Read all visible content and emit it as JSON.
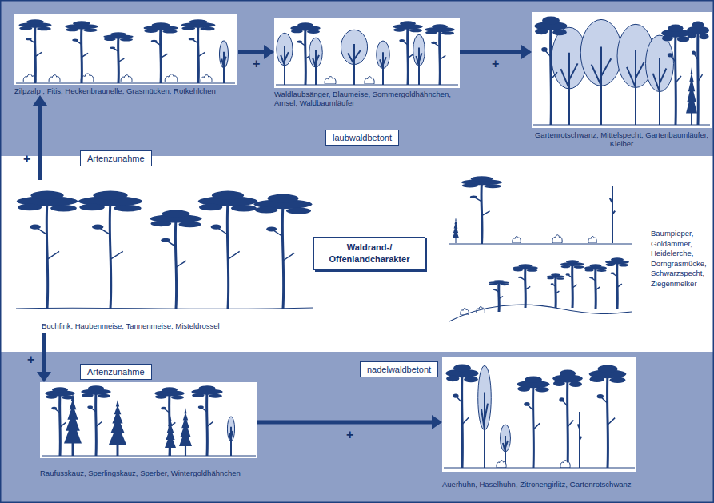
{
  "diagram": {
    "nodes": [
      {
        "text": [
          "Zilpzalp , Fitis, Heckenbraunelle, Grasmücken, Rotkehlchen"
        ]
      },
      {
        "text": [
          "Waldlaubsänger, Blaumeise, Sommergoldhähnchen, Amsel, Waldbaumläufer"
        ]
      },
      {
        "text": [
          "Gartenrotschwanz, Mittelspecht, Gartenbaumläufer, Kleiber"
        ]
      },
      {
        "text": [
          "laubwaldbetont"
        ]
      },
      {
        "text": [
          "Artenzunahme"
        ]
      },
      {
        "text": [
          "Buchfink, Haubenmeise, Tannenmeise, Misteldrossel"
        ]
      },
      {
        "text": [
          "Waldrand-/ Offenlandcharakter"
        ]
      },
      {
        "text": [
          "Baumpieper, Goldammer, Heidelerche, Dorngrasmücke, Schwarzspecht, Ziegenmelker"
        ]
      },
      {
        "text": [
          "Artenzunahme"
        ]
      },
      {
        "text": [
          "nadelwaldbetont"
        ]
      },
      {
        "text": [
          "Raufusskauz, Sperlingskauz, Sperber, Wintergoldhähnchen"
        ]
      },
      {
        "text": [
          "Auerhuhn, Haselhuhn, Zitronengirlitz, Gartenrotschwanz"
        ]
      }
    ],
    "edges": [
      {
        "from": 0,
        "to": 1,
        "arrow": "to",
        "label": "+"
      },
      {
        "from": 1,
        "to": 2,
        "arrow": "to",
        "label": "+"
      },
      {
        "from": 5,
        "to": 0,
        "arrow": "to",
        "label": "+"
      },
      {
        "from": 5,
        "to": 10,
        "arrow": "to",
        "label": "+"
      },
      {
        "from": 10,
        "to": 11,
        "arrow": "to",
        "label": "+"
      }
    ]
  }
}
